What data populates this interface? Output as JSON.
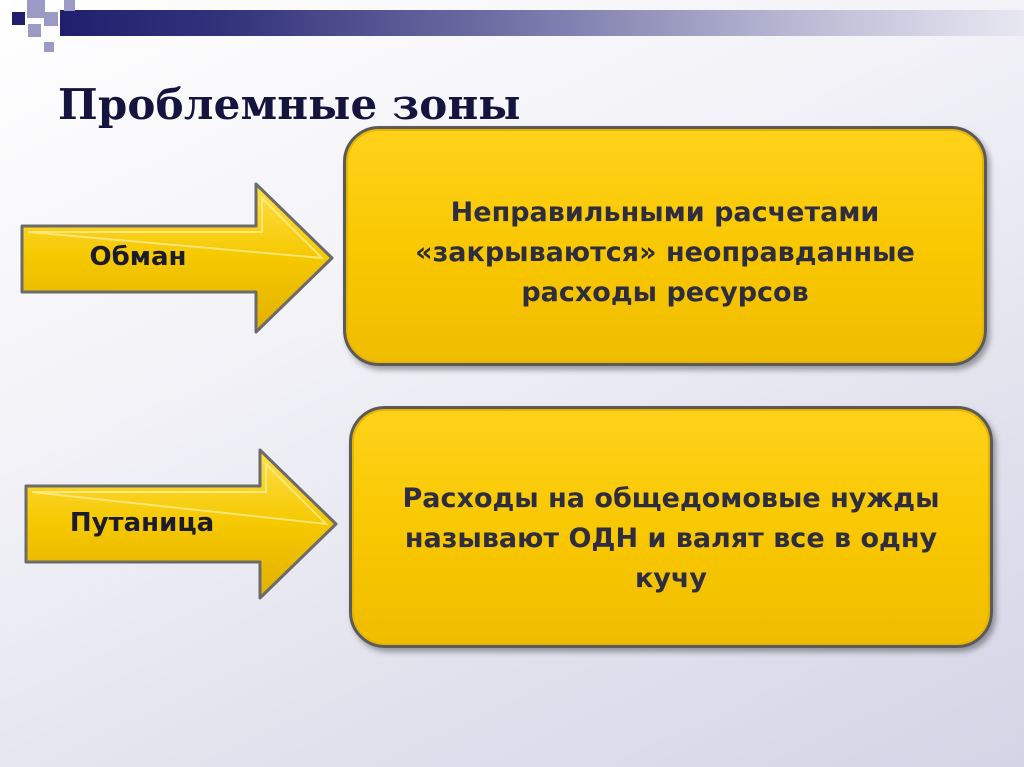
{
  "slide": {
    "title": "Проблемные зоны"
  },
  "rows": [
    {
      "label": "Обман",
      "text": "Неправильными расчетами «закрываются» неоправданные расходы ресурсов"
    },
    {
      "label": "Путаница",
      "text": "Расходы на общедомовые нужды называют ОДН и валят все в одну кучу"
    }
  ],
  "colors": {
    "accent_dark": "#1f1f6e",
    "box_fill": "#f8c700",
    "arrow_fill": "#f2c400",
    "border": "#5a5a5a"
  }
}
